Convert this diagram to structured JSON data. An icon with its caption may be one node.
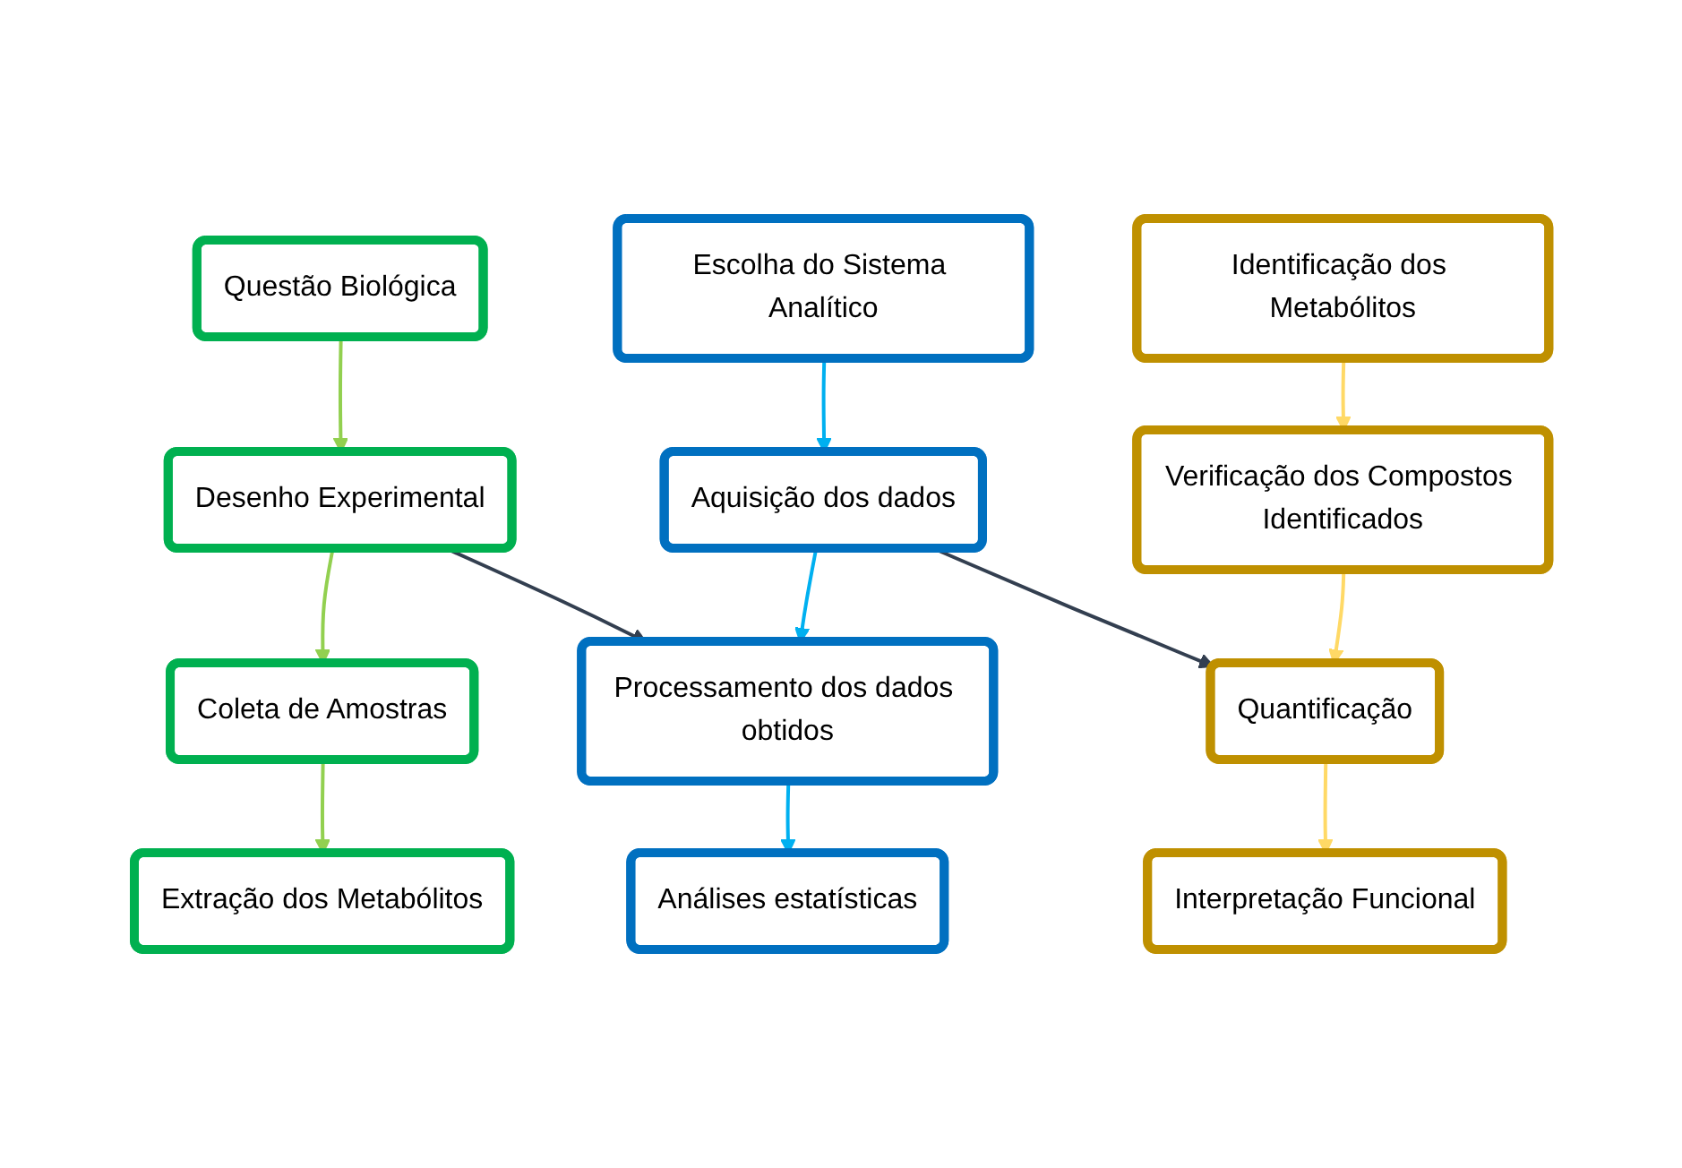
{
  "diagram": {
    "nodes": [
      {
        "text": [
          "Questão Biológica"
        ]
      },
      {
        "text": [
          "Desenho Experimental"
        ]
      },
      {
        "text": [
          "Coleta de Amostras"
        ]
      },
      {
        "text": [
          "Extração dos Metabólitos"
        ]
      },
      {
        "text": [
          "Escolha do Sistema Analítico"
        ]
      },
      {
        "text": [
          "Aquisição dos dados"
        ]
      },
      {
        "text": [
          "Processamento dos dados obtidos"
        ]
      },
      {
        "text": [
          "Análises estatísticas"
        ]
      },
      {
        "text": [
          "Identificação dos Metabólitos"
        ]
      },
      {
        "text": [
          "Verificação dos Compostos Identificados"
        ]
      },
      {
        "text": [
          "Quantificação"
        ]
      },
      {
        "text": [
          "Interpretação Funcional"
        ]
      }
    ],
    "edges": [
      {
        "from": 0,
        "to": 1,
        "arrow": "to",
        "color": "#92d050"
      },
      {
        "from": 1,
        "to": 2,
        "arrow": "to",
        "color": "#92d050"
      },
      {
        "from": 2,
        "to": 3,
        "arrow": "to",
        "color": "#92d050"
      },
      {
        "from": 1,
        "to": 6,
        "arrow": "to",
        "color": "#333f50"
      },
      {
        "from": 4,
        "to": 5,
        "arrow": "to",
        "color": "#00b0f0"
      },
      {
        "from": 5,
        "to": 6,
        "arrow": "to",
        "color": "#00b0f0"
      },
      {
        "from": 6,
        "to": 7,
        "arrow": "to",
        "color": "#00b0f0"
      },
      {
        "from": 5,
        "to": 10,
        "arrow": "to",
        "color": "#333f50"
      },
      {
        "from": 8,
        "to": 9,
        "arrow": "to",
        "color": "#ffd966"
      },
      {
        "from": 9,
        "to": 10,
        "arrow": "to",
        "color": "#ffd966"
      },
      {
        "from": 10,
        "to": 11,
        "arrow": "to",
        "color": "#ffd966"
      }
    ]
  }
}
